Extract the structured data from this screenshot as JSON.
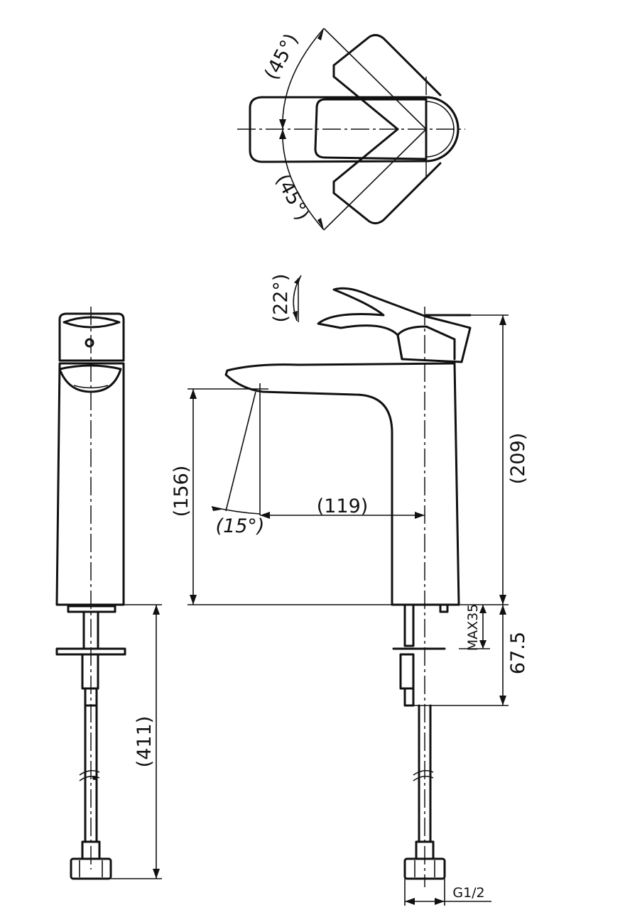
{
  "dimensions": {
    "top_angle_upper": "(45°)",
    "top_angle_lower": "(45°)",
    "lever_angle": "(22°)",
    "spout_angle": "(15°)",
    "spout_height": "(156)",
    "spout_reach": "(119)",
    "total_height": "(209)",
    "total_length": "(411)",
    "max_thickness": "MAX35",
    "mount_depth": "67.5",
    "thread": "G1/2"
  }
}
